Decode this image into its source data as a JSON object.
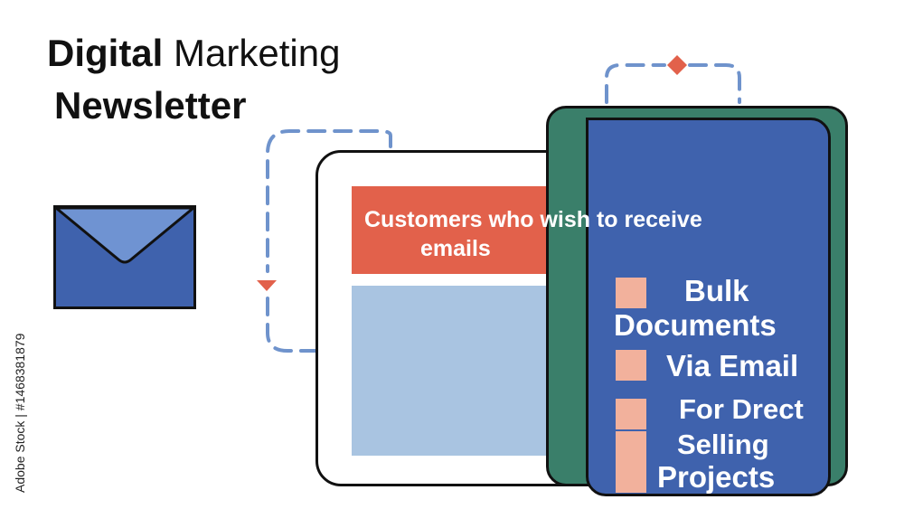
{
  "title": {
    "bold": "Digital",
    "regular": "Marketing",
    "line2": "Newsletter"
  },
  "banner_text": {
    "line1": "Customers who wish to receive",
    "line2": "emails"
  },
  "list_items": [
    "Bulk",
    "Documents",
    "Via Email",
    "For Drect",
    "Selling",
    "Projects"
  ],
  "credit": "Adobe Stock | #1468381879",
  "colors": {
    "banner": "#e2614b",
    "panel": "#a9c4e1",
    "book_front": "#3f62ad",
    "book_back": "#3a7f6a",
    "checkbox": "#f2b19c",
    "envelope": "#3f62ad",
    "dashed_arrow": "#6f93cc",
    "arrow_head": "#e2614b"
  },
  "icons": [
    "envelope-icon",
    "dashed-arrow-icon",
    "diamond-icon"
  ]
}
